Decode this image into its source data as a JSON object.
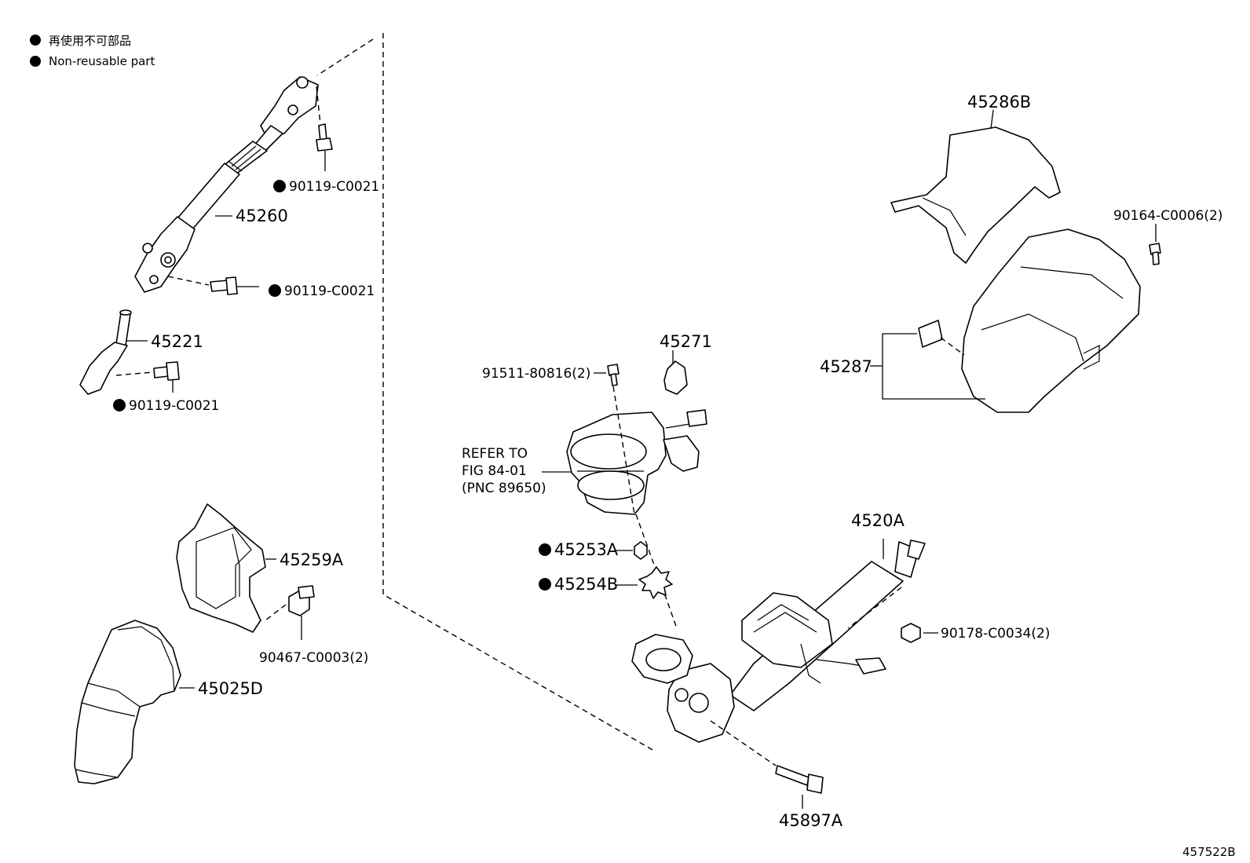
{
  "legend": {
    "line_ja": "再使用不可部品",
    "line_en": "Non-reusable part"
  },
  "callouts": {
    "p90119_top": "90119-C0021",
    "p45260": "45260",
    "p90119_mid": "90119-C0021",
    "p45221": "45221",
    "p90119_low": "90119-C0021",
    "p45259A": "45259A",
    "p90467": "90467-C0003(2)",
    "p45025D": "45025D",
    "p91511": "91511-80816(2)",
    "p45271": "45271",
    "refer_line1": "REFER TO",
    "refer_line2": "FIG 84-01",
    "refer_line3": "(PNC 89650)",
    "p45253A": "45253A",
    "p45254B": "45254B",
    "p4520A": "4520A",
    "p90178": "90178-C0034(2)",
    "p45897A": "45897A",
    "p45286B": "45286B",
    "p90164": "90164-C0006(2)",
    "p45287": "45287"
  },
  "figure_id": "457522B"
}
